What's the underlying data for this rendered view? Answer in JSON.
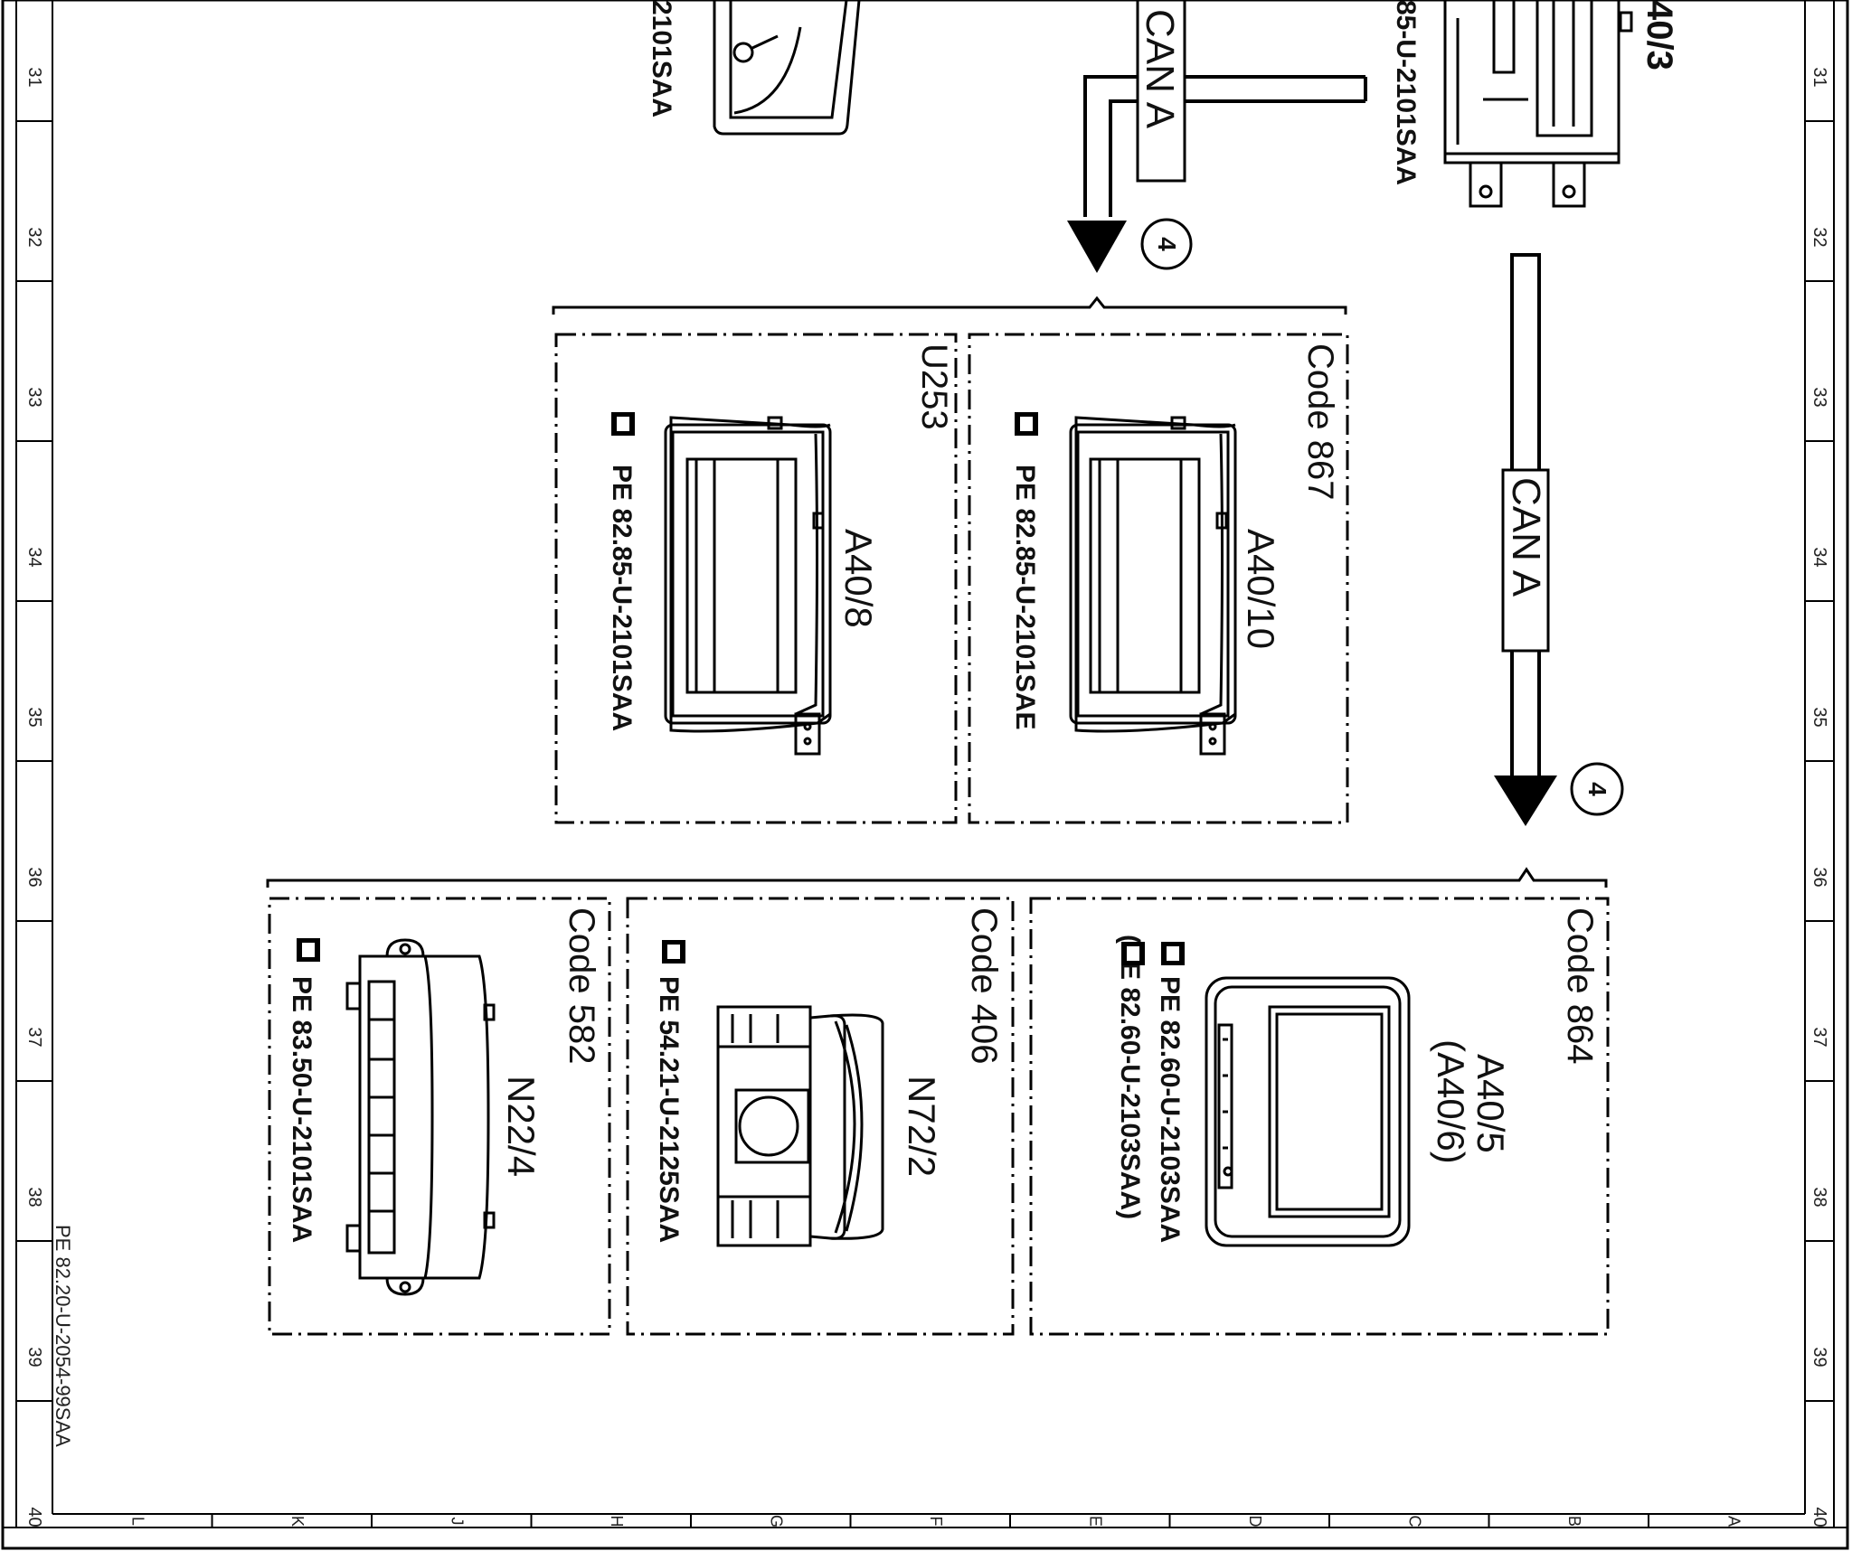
{
  "grid": {
    "left_numbers": [
      "31",
      "32",
      "33",
      "34",
      "35",
      "36",
      "37",
      "38",
      "39",
      "40"
    ],
    "right_numbers": [
      "31",
      "32",
      "33",
      "34",
      "35",
      "36",
      "37",
      "38",
      "39",
      "40"
    ],
    "bottom_letters": [
      "L",
      "K",
      "J",
      "H",
      "G",
      "F",
      "E",
      "D",
      "C",
      "B",
      "A"
    ]
  },
  "sheet_id": "PE 82.20-U-2054-99SAA",
  "bus": {
    "upper_label": "CAN A",
    "right_label": "CAN A",
    "marker_upper": "4",
    "marker_right": "4"
  },
  "top": {
    "left_ref": "2101SAA",
    "right_ref": "85-U-2101SAA",
    "right_component": "40/3"
  },
  "group_upper": {
    "box_left": {
      "code": "U253",
      "component": "A40/8",
      "ref": "PE 82.85-U-2101SAA"
    },
    "box_right": {
      "code": "Code 867",
      "component": "A40/10",
      "ref": "PE 82.85-U-2101SAE"
    }
  },
  "group_lower": {
    "box_left": {
      "code": "Code 582",
      "component": "N22/4",
      "ref": "PE 83.50-U-2101SAA"
    },
    "box_mid": {
      "code": "Code 406",
      "component": "N72/2",
      "ref": "PE 54.21-U-2125SAA"
    },
    "box_right": {
      "code": "Code 864",
      "component": "A40/5",
      "component_alt": "(A40/6)",
      "ref": "PE 82.60-U-2103SAA",
      "ref_alt": "(PE 82.60-U-2103SAA)"
    }
  }
}
